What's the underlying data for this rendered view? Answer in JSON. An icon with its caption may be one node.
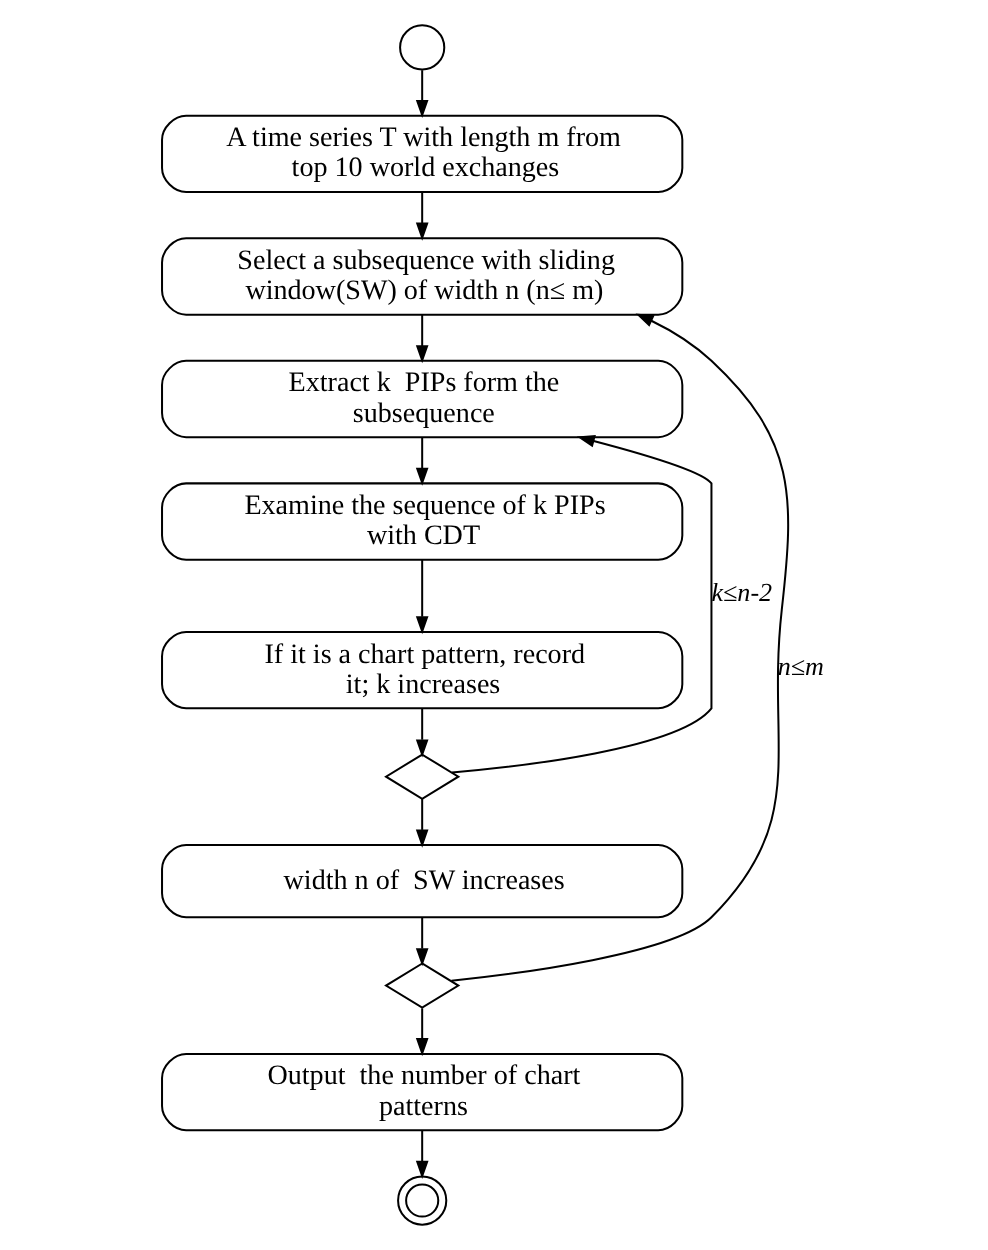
{
  "diagram": {
    "nodes": [
      {
        "text": [],
        "shape": "circle"
      },
      {
        "text": [
          "A time series T with length m from top 10 world exchanges"
        ]
      },
      {
        "text": [
          "Select a subsequence with sliding window(SW) of width n (n≤ m)"
        ]
      },
      {
        "text": [
          "Extract k  PIPs form the subsequence"
        ]
      },
      {
        "text": [
          "Examine the sequence of k PIPs with CDT"
        ]
      },
      {
        "text": [
          "If it is a chart pattern, record it; k increases"
        ]
      },
      {
        "text": [],
        "shape": "diamond"
      },
      {
        "text": [
          "width n of  SW increases"
        ]
      },
      {
        "text": [],
        "shape": "diamond"
      },
      {
        "text": [
          "Output  the number of chart patterns"
        ]
      },
      {
        "text": [],
        "shape": "doublecircle"
      }
    ],
    "edges": [
      {
        "from": 0,
        "to": 1,
        "arrow": "to"
      },
      {
        "from": 1,
        "to": 2,
        "arrow": "to"
      },
      {
        "from": 2,
        "to": 3,
        "arrow": "to"
      },
      {
        "from": 3,
        "to": 4,
        "arrow": "to"
      },
      {
        "from": 4,
        "to": 5,
        "arrow": "to"
      },
      {
        "from": 5,
        "to": 6,
        "arrow": "to"
      },
      {
        "from": 6,
        "to": 3,
        "arrow": "to",
        "label": "k≤n-2"
      },
      {
        "from": 6,
        "to": 7,
        "arrow": "to"
      },
      {
        "from": 7,
        "to": 8,
        "arrow": "to"
      },
      {
        "from": 8,
        "to": 2,
        "arrow": "to",
        "label": "n≤m"
      },
      {
        "from": 8,
        "to": 9,
        "arrow": "to"
      },
      {
        "from": 9,
        "to": 10,
        "arrow": "to"
      }
    ]
  }
}
